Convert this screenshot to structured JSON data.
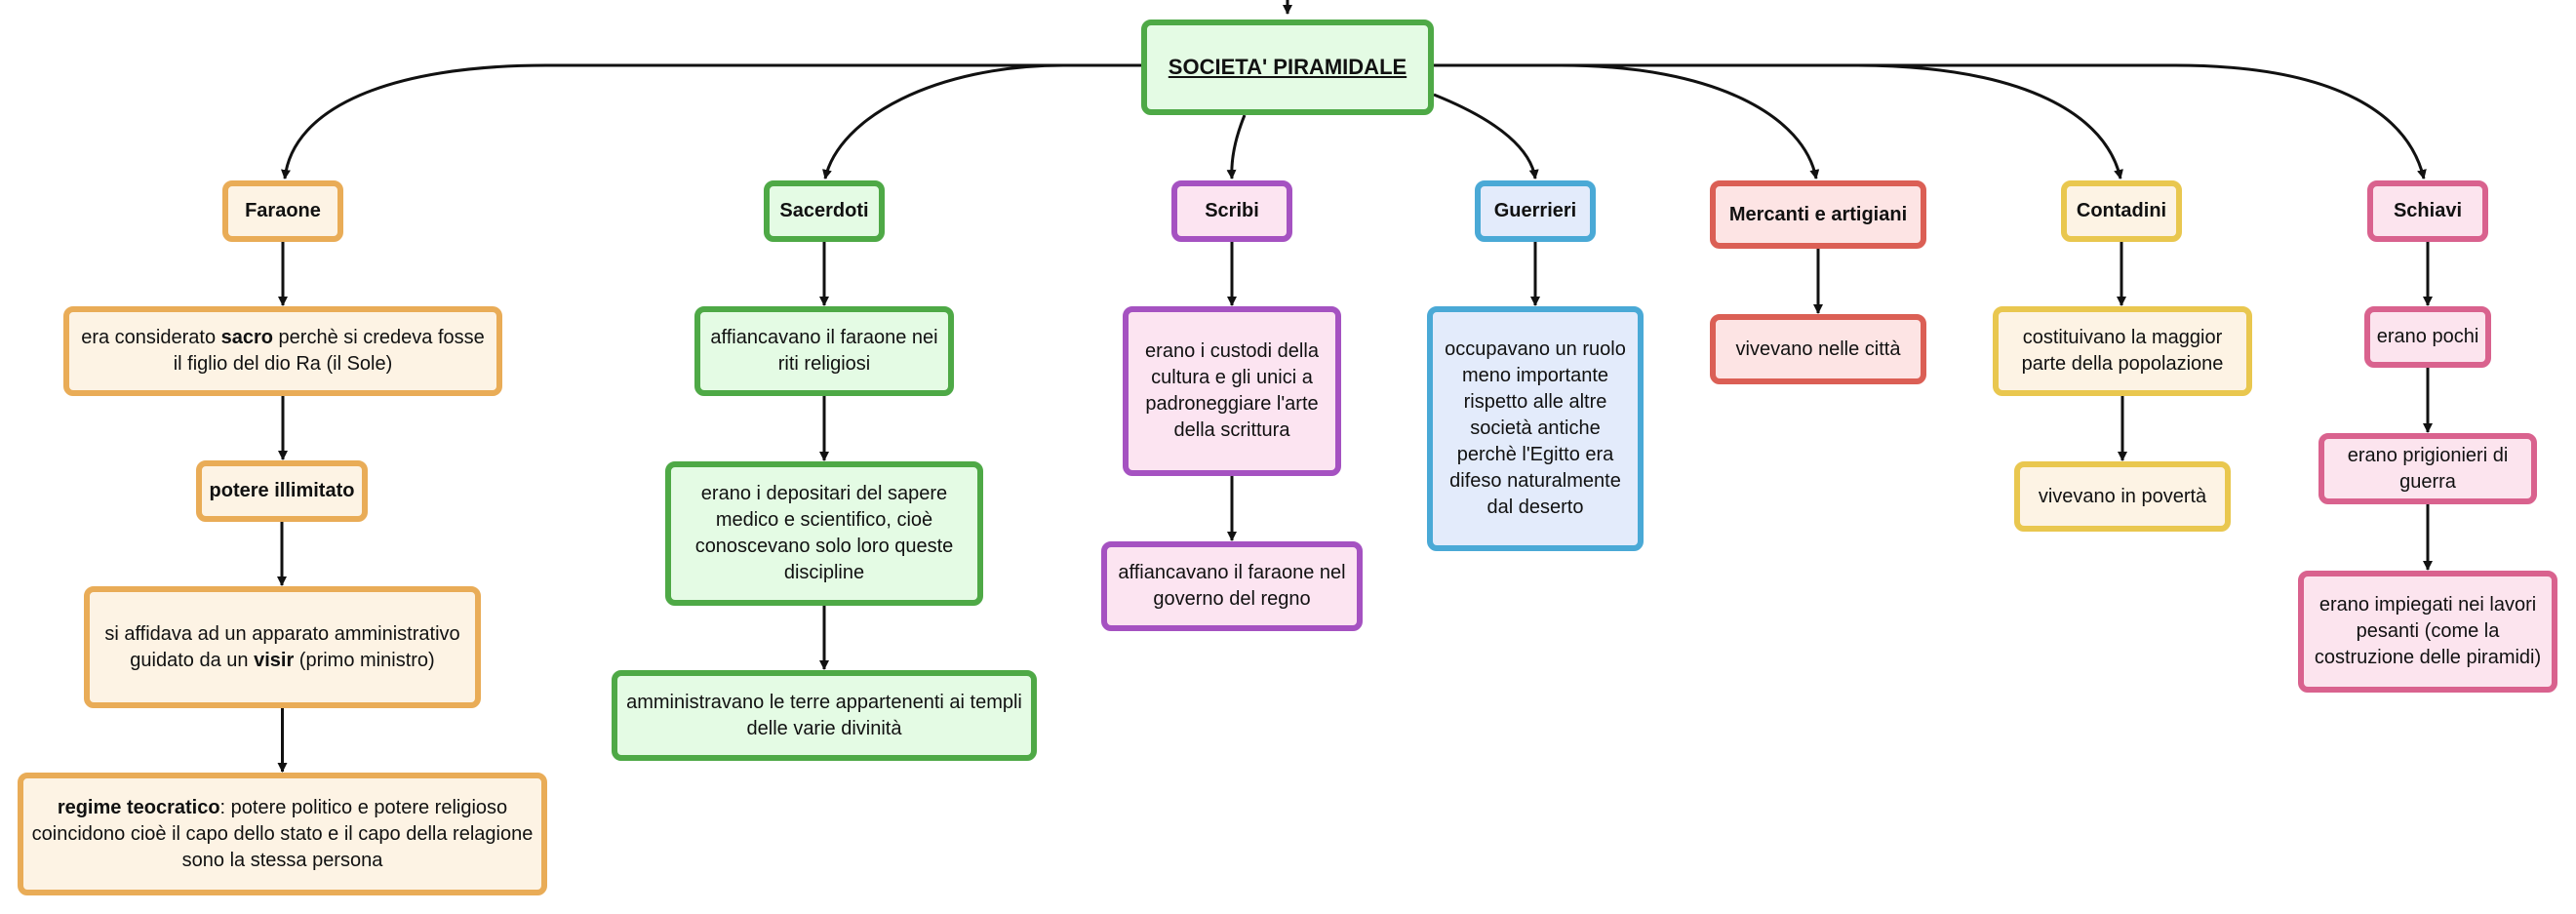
{
  "root": {
    "label": "SOCIETA' PIRAMIDALE"
  },
  "columns": [
    {
      "head": "Faraone",
      "items": [
        {
          "pre": "era considerato ",
          "bold": "sacro",
          "post": " perchè si credeva fosse il figlio del dio Ra (il Sole)"
        },
        {
          "pre": "",
          "bold": "potere illimitato",
          "post": ""
        },
        {
          "pre": "si affidava ad un apparato amministrativo guidato da un ",
          "bold": "visir",
          "post": " (primo ministro)"
        },
        {
          "pre": "",
          "bold": "regime teocratico",
          "post": ": potere politico e potere religioso coincidono cioè il capo dello stato e il capo della relagione sono la stessa persona"
        }
      ]
    },
    {
      "head": "Sacerdoti",
      "items": [
        {
          "text": "affiancavano il faraone nei riti religiosi"
        },
        {
          "text": "erano i depositari del sapere medico e scientifico, cioè conoscevano solo loro queste discipline"
        },
        {
          "text": "amministravano le terre appartenenti ai templi delle varie divinità"
        }
      ]
    },
    {
      "head": "Scribi",
      "items": [
        {
          "text": "erano i custodi della cultura e gli unici a padroneggiare l'arte della scrittura"
        },
        {
          "text": "affiancavano il faraone nel governo del regno"
        }
      ]
    },
    {
      "head": "Guerrieri",
      "items": [
        {
          "text": "occupavano un ruolo meno importante rispetto alle altre società antiche perchè l'Egitto era difeso naturalmente dal deserto"
        }
      ]
    },
    {
      "head": "Mercanti e artigiani",
      "items": [
        {
          "text": "vivevano nelle città"
        }
      ]
    },
    {
      "head": "Contadini",
      "items": [
        {
          "text": "costituivano la maggior parte della popolazione"
        },
        {
          "text": "vivevano in povertà"
        }
      ]
    },
    {
      "head": "Schiavi",
      "items": [
        {
          "text": "erano pochi"
        },
        {
          "text": "erano prigionieri di guerra"
        },
        {
          "text": "erano impiegati nei lavori pesanti (come la costruzione delle piramidi)"
        }
      ]
    }
  ],
  "colors": {
    "line": "#111111",
    "orange": "#e9ac57",
    "green": "#4ea946",
    "purple": "#a552c1",
    "blue": "#4aa9d6",
    "red": "#db5f55",
    "yellow": "#e9c74f",
    "pink": "#d9628e"
  }
}
